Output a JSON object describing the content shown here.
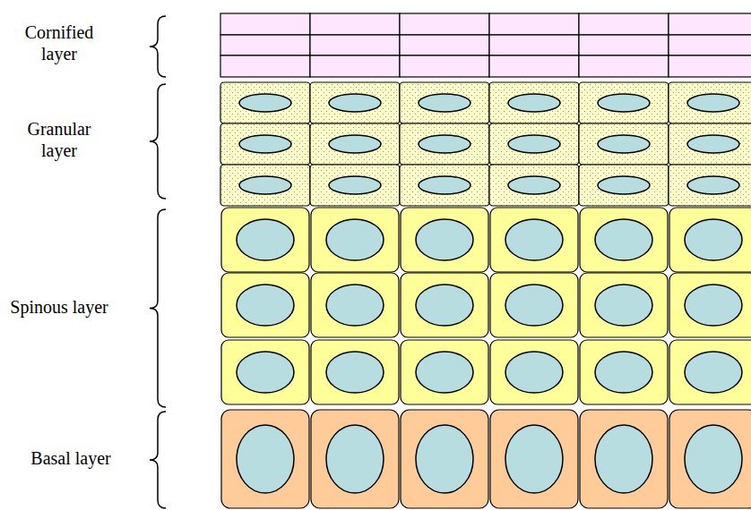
{
  "diagram": {
    "labels": [
      "Cornified layer",
      "Granular layer",
      "Spinous layer",
      "Basal layer"
    ]
  }
}
